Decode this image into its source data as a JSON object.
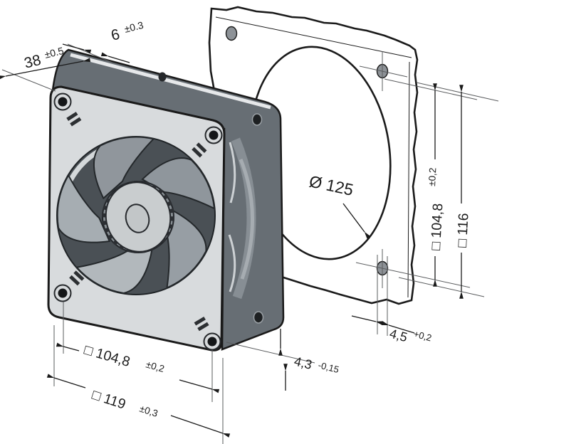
{
  "dims": {
    "depth": {
      "value": "38",
      "tol": "±0.5"
    },
    "flange": {
      "value": "6",
      "tol": "±0.3"
    },
    "opening": {
      "value": "Ø 125",
      "tol": ""
    },
    "spacing_right": {
      "value": "□ 104,8",
      "tol": "±0,2"
    },
    "plate": {
      "value": "□ 116",
      "tol": ""
    },
    "hole_dia": {
      "value": "4,5",
      "tol": "+0,2"
    },
    "thickness": {
      "value": "4,3",
      "tol": "-0,15"
    },
    "spacing_bottom": {
      "value": "□ 104,8",
      "tol": "±0,2"
    },
    "frame": {
      "value": "□ 119",
      "tol": "±0,3"
    }
  },
  "colors": {
    "ink": "#1a1a1a",
    "gasket": "#e9ebec",
    "frame": "#d8dbdd",
    "fan_side": "#676e74",
    "blade_light": "#b2b8bc",
    "blade_dark": "#8f969c",
    "hub": "#c9cdcf"
  }
}
